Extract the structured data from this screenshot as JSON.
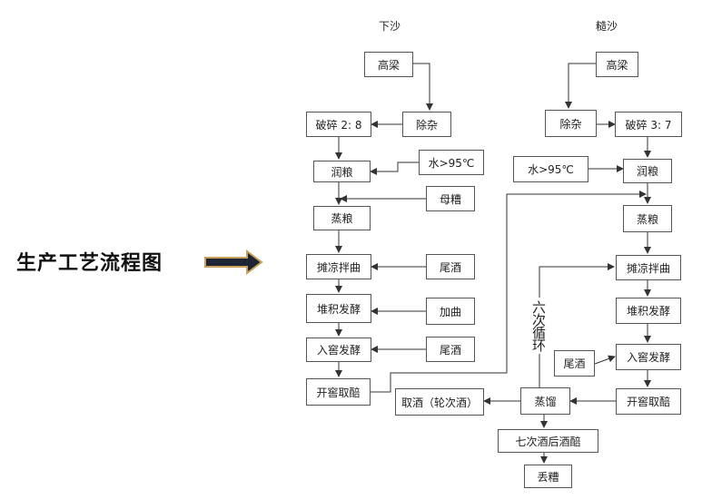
{
  "title": "生产工艺流程图",
  "left": {
    "header": "下沙",
    "sorghum": "高梁",
    "remove": "除杂",
    "crush": "破碎 2: 8",
    "water": "水>95℃",
    "moisten": "润粮",
    "mother": "母糟",
    "steam": "蒸粮",
    "spread": "摊凉拌曲",
    "tail1": "尾酒",
    "pile": "堆积发酵",
    "addqu": "加曲",
    "cellar": "入窖发酵",
    "tail2": "尾酒",
    "open": "开窖取醅"
  },
  "right": {
    "header": "糙沙",
    "sorghum": "高梁",
    "remove": "除杂",
    "crush": "破碎 3: 7",
    "water": "水>95℃",
    "moisten": "润粮",
    "steam": "蒸粮",
    "spread": "摊凉拌曲",
    "pile": "堆积发酵",
    "tail": "尾酒",
    "cellar": "入窖发酵",
    "open": "开窖取醅",
    "distill": "蒸馏",
    "take": "取酒（轮次酒）",
    "seventh": "七次酒后酒醅",
    "discard": "丢糟",
    "cycle": "六次循环"
  },
  "colors": {
    "arrow_fill": "#1e2535",
    "arrow_border": "#c9a15a",
    "line": "#333333"
  }
}
